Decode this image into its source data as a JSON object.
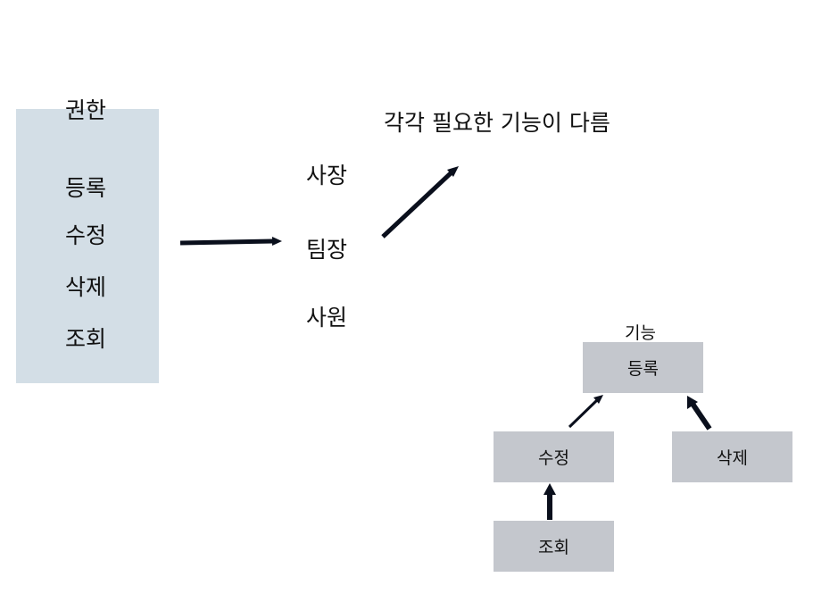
{
  "permissions_panel": {
    "title": "권한",
    "items": [
      "등록",
      "수정",
      "삭제",
      "조회"
    ]
  },
  "roles": [
    "사장",
    "팀장",
    "사원"
  ],
  "note": "각각 필요한 기능이 다름",
  "features_tree": {
    "title": "기능",
    "nodes": {
      "root": "등록",
      "left": "수정",
      "right": "삭제",
      "bottom": "조회"
    }
  },
  "colors": {
    "panel": "#d3dee6",
    "node": "#c4c7cd",
    "arrow": "#0a0f1c"
  }
}
